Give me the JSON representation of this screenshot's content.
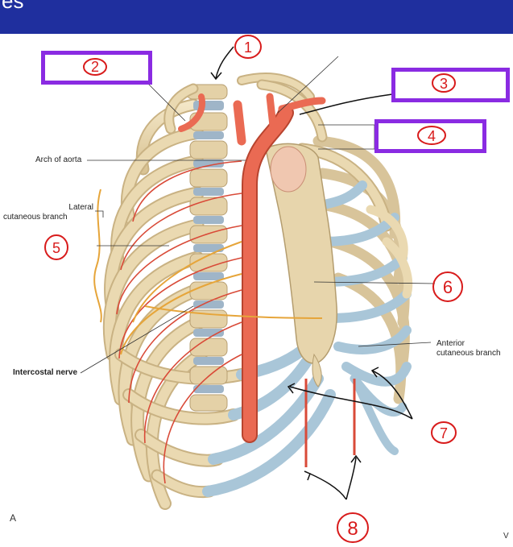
{
  "header": {
    "banner_text": "es",
    "banner_color": "#1f2f9e"
  },
  "labels": {
    "arch_of_aorta": "Arch of aorta",
    "lateral_line1": "Lateral",
    "lateral_line2": "cutaneous branch",
    "intercostal_nerve": "Intercostal nerve",
    "anterior_line1": "Anterior",
    "anterior_line2": "cutaneous branch",
    "figure_letter": "A",
    "corner_text": "V"
  },
  "annotations": [
    "1",
    "2",
    "3",
    "4",
    "5",
    "6",
    "7",
    "8"
  ],
  "colors": {
    "bone": "#e9d8b0",
    "bone_edge": "#b79f72",
    "cartilage": "#a9c6d8",
    "artery": "#e3604d",
    "nerve": "#e6a53a",
    "annotation": "#d81b1b",
    "box": "#8a2be2"
  }
}
